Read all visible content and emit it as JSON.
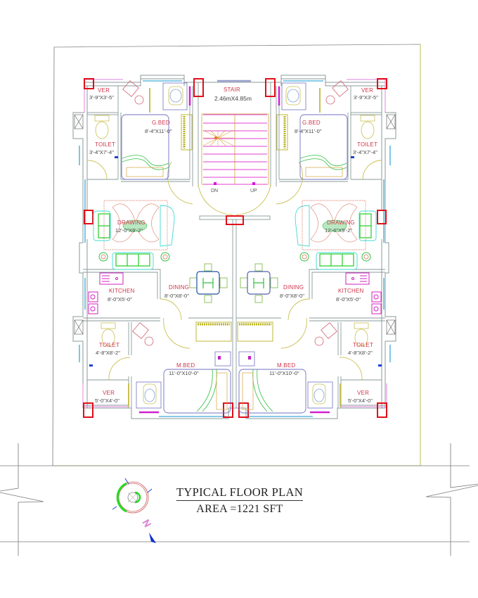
{
  "drawing": {
    "title": "TYPICAL FLOOR PLAN",
    "area": "AREA =1221 SFT",
    "north_label": "N"
  },
  "rooms": {
    "stair": {
      "name": "STAIR",
      "dim": "2.46mX4.85m",
      "down": "DN",
      "up": "UP"
    },
    "left_ver_top": {
      "name": "VER",
      "dim": "3'-9\"X3'-5\""
    },
    "right_ver_top": {
      "name": "VER",
      "dim": "3'-9\"X3'-5\""
    },
    "left_g_bed": {
      "name": "G.BED",
      "dim": "8'-4\"X11'-0\""
    },
    "right_g_bed": {
      "name": "G.BED",
      "dim": "8'-4\"X11'-0\""
    },
    "left_toilet_top": {
      "name": "TOILET",
      "dim": "3'-4\"X7'-4\""
    },
    "right_toilet_top": {
      "name": "TOILET",
      "dim": "3'-4\"X7'-4\""
    },
    "left_drawing": {
      "name": "DRAWING",
      "dim": "12'-0\"X9'-2\""
    },
    "right_drawing": {
      "name": "DRAWING",
      "dim": "12'-6\"X9'-2\""
    },
    "left_kitchen": {
      "name": "KITCHEN",
      "dim": "8'-0\"X5'-0\""
    },
    "right_kitchen": {
      "name": "KITCHEN",
      "dim": "8'-0\"X5'-0\""
    },
    "left_dining": {
      "name": "DINING",
      "dim": "8'-0\"X8'-0\""
    },
    "right_dining": {
      "name": "DINING",
      "dim": "8'-0\"X8'-0\""
    },
    "left_toilet_bottom": {
      "name": "TOILET",
      "dim": "4'-8\"X8'-2\""
    },
    "right_toilet_bottom": {
      "name": "TOILET",
      "dim": "4'-8\"X8'-2\""
    },
    "left_m_bed": {
      "name": "M.BED",
      "dim": "11'-0\"X10'-0\""
    },
    "right_m_bed": {
      "name": "M.BED",
      "dim": "11'-0\"X10'-0\""
    },
    "left_ver_bottom": {
      "name": "VER",
      "dim": "5'-0\"X4'-0\""
    },
    "right_ver_bottom": {
      "name": "VER",
      "dim": "5'-0\"X4'-0\""
    }
  },
  "colors": {
    "column": "#e0101a",
    "wall": "#8a9a9a",
    "room_label": "#d0364a",
    "stair_lines": "#e040d0",
    "furniture_green": "#2ecc40",
    "furniture_cyan": "#40d8d0",
    "door_yellow": "#c8c050",
    "window_blue": "#60b8e0",
    "compass_green": "#22dd22",
    "plot_boundary": "#b8c860"
  }
}
